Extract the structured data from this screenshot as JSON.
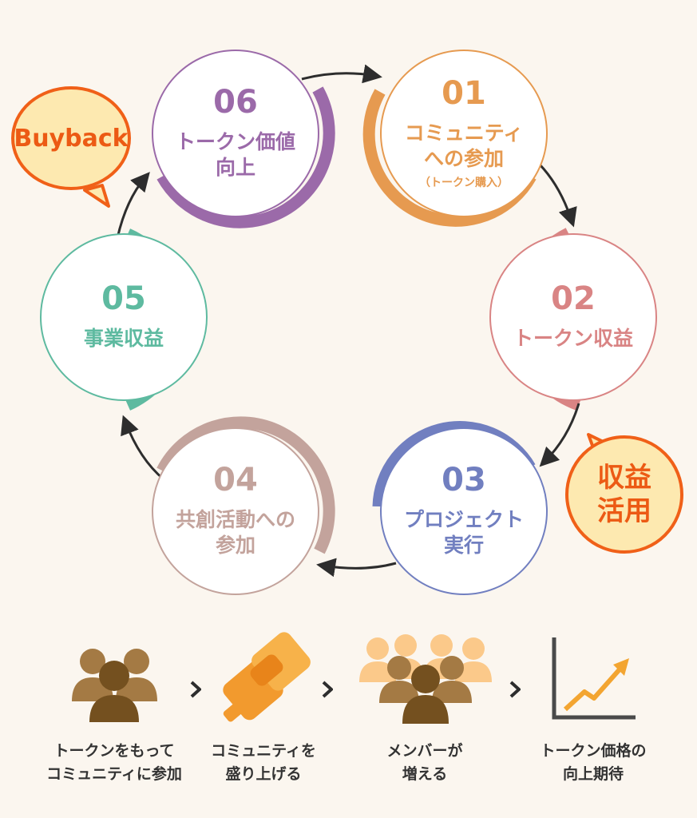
{
  "cycle": [
    {
      "num": "01",
      "label": "コミュニティ\nへの参加",
      "sublabel": "（トークン購入）",
      "color": "#e69a50"
    },
    {
      "num": "02",
      "label": "トークン収益",
      "color": "#d98484"
    },
    {
      "num": "03",
      "label": "プロジェクト\n実行",
      "color": "#717fc0"
    },
    {
      "num": "04",
      "label": "共創活動への\n参加",
      "color": "#c3a39c"
    },
    {
      "num": "05",
      "label": "事業収益",
      "color": "#5ebaa0"
    },
    {
      "num": "06",
      "label": "トークン価値\n向上",
      "color": "#9b6aa9"
    }
  ],
  "callouts": {
    "buyback": "Buyback",
    "revenue_use": "収益\n活用",
    "fill_color": "#fde9b0",
    "border_color": "#f06018"
  },
  "steps": [
    {
      "label": "トークンをもって\nコミュニティに参加",
      "icon": "people-group-icon"
    },
    {
      "label": "コミュニティを\n盛り上げる",
      "icon": "fist-bump-icon"
    },
    {
      "label": "メンバーが\n増える",
      "icon": "crowd-icon"
    },
    {
      "label": "トークン価格の\n向上期待",
      "icon": "rising-chart-icon"
    }
  ]
}
